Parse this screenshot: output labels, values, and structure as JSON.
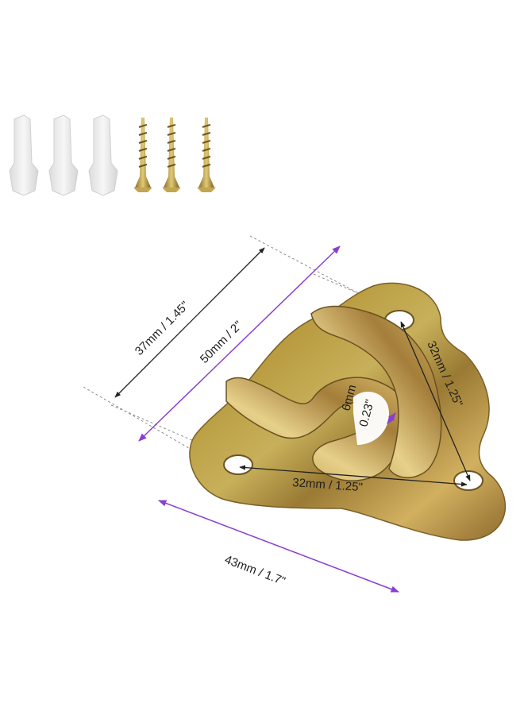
{
  "dimensions": {
    "height_hook": "37mm / 1.45\"",
    "height_total": "50mm / 2\"",
    "hole_spacing_diag": "32mm / 1.25\"",
    "hole_spacing_bottom": "32mm / 1.25\"",
    "gap_mm": "6mm",
    "gap_in": "0.23\"",
    "width_total": "43mm / 1.7\""
  },
  "colors": {
    "arrow": "#8a3fd1",
    "dash": "#8c8c8c",
    "plate_base": "#c8a54a",
    "plate_dark": "#8a6a2a",
    "plastic_anchor": "#eeeeee",
    "screw": "#b99a43"
  },
  "accessories": {
    "anchor_count": 3,
    "screw_count": 3
  }
}
